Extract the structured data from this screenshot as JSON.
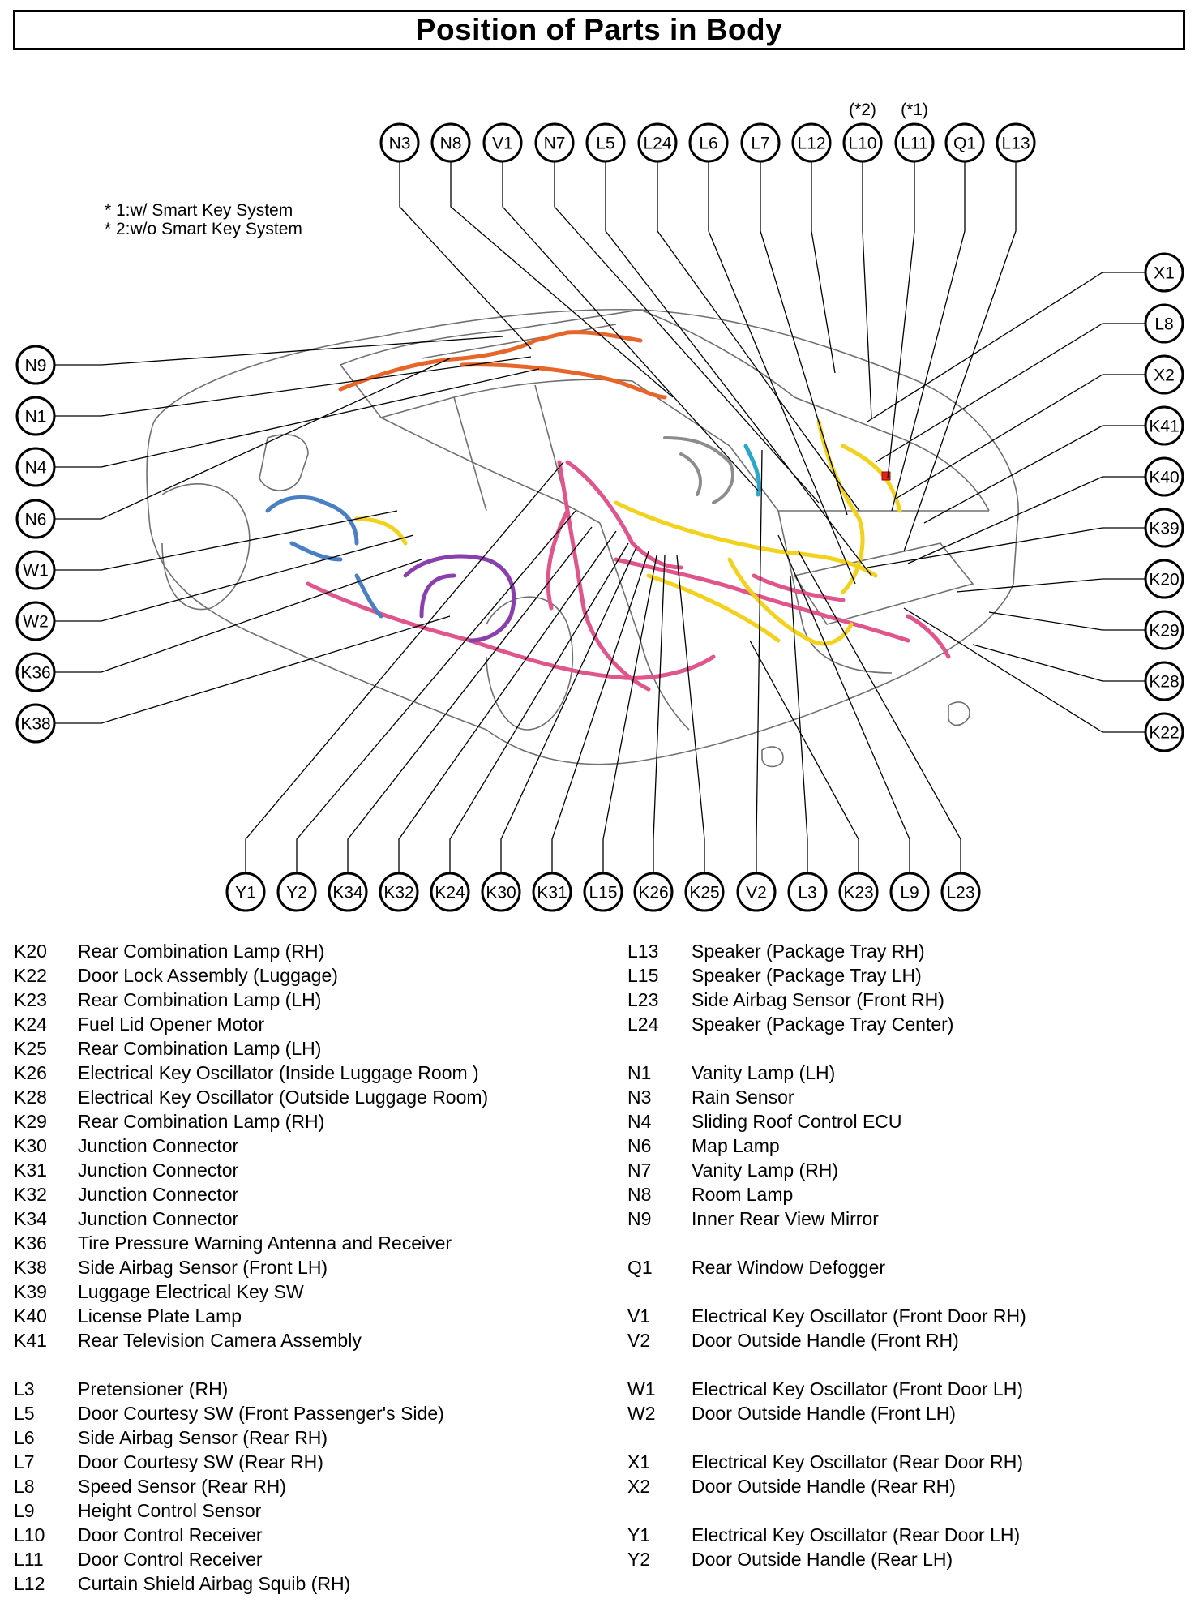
{
  "title": "Position of Parts in Body",
  "notes": [
    "* 1:w/ Smart Key System",
    "* 2:w/o Smart Key System"
  ],
  "superscripts": {
    "L10": "(*2)",
    "L11": "(*1)"
  },
  "callouts": {
    "top": [
      "N3",
      "N8",
      "V1",
      "N7",
      "L5",
      "L24",
      "L6",
      "L7",
      "L12",
      "L10",
      "L11",
      "Q1",
      "L13"
    ],
    "left": [
      "N9",
      "N1",
      "N4",
      "N6",
      "W1",
      "W2",
      "K36",
      "K38"
    ],
    "right": [
      "X1",
      "L8",
      "X2",
      "K41",
      "K40",
      "K39",
      "K20",
      "K29",
      "K28",
      "K22"
    ],
    "bottom": [
      "Y1",
      "Y2",
      "K34",
      "K32",
      "K24",
      "K30",
      "K31",
      "L15",
      "K26",
      "K25",
      "V2",
      "L3",
      "K23",
      "L9",
      "L23"
    ]
  },
  "colors": {
    "orange": "#e8652a",
    "pink": "#e0558c",
    "yellow": "#f2d21c",
    "blue": "#4a7fc4",
    "purple": "#8a3fae",
    "cyan": "#2aa7c9",
    "red": "#d9261c"
  },
  "legend": {
    "left": [
      {
        "code": "K20",
        "desc": "Rear Combination Lamp (RH)"
      },
      {
        "code": "K22",
        "desc": "Door Lock Assembly (Luggage)"
      },
      {
        "code": "K23",
        "desc": "Rear Combination Lamp (LH)"
      },
      {
        "code": "K24",
        "desc": "Fuel Lid Opener Motor"
      },
      {
        "code": "K25",
        "desc": "Rear Combination Lamp (LH)"
      },
      {
        "code": "K26",
        "desc": "Electrical Key Oscillator (Inside Luggage Room )"
      },
      {
        "code": "K28",
        "desc": "Electrical Key Oscillator (Outside Luggage Room)"
      },
      {
        "code": "K29",
        "desc": "Rear Combination Lamp (RH)"
      },
      {
        "code": "K30",
        "desc": "Junction Connector"
      },
      {
        "code": "K31",
        "desc": "Junction Connector"
      },
      {
        "code": "K32",
        "desc": "Junction Connector"
      },
      {
        "code": "K34",
        "desc": "Junction Connector"
      },
      {
        "code": "K36",
        "desc": "Tire Pressure Warning Antenna and Receiver"
      },
      {
        "code": "K38",
        "desc": "Side Airbag Sensor (Front LH)"
      },
      {
        "code": "K39",
        "desc": "Luggage Electrical Key SW"
      },
      {
        "code": "K40",
        "desc": "License Plate Lamp"
      },
      {
        "code": "K41",
        "desc": "Rear Television Camera Assembly"
      },
      {
        "code": "L3",
        "desc": "Pretensioner (RH)"
      },
      {
        "code": "L5",
        "desc": "Door Courtesy SW (Front Passenger's Side)"
      },
      {
        "code": "L6",
        "desc": "Side Airbag Sensor (Rear RH)"
      },
      {
        "code": "L7",
        "desc": "Door Courtesy SW (Rear RH)"
      },
      {
        "code": "L8",
        "desc": "Speed Sensor (Rear RH)"
      },
      {
        "code": "L9",
        "desc": "Height Control Sensor"
      },
      {
        "code": "L10",
        "desc": "Door Control Receiver"
      },
      {
        "code": "L11",
        "desc": "Door Control Receiver"
      },
      {
        "code": "L12",
        "desc": "Curtain Shield Airbag Squib (RH)"
      }
    ],
    "right": [
      {
        "code": "L13",
        "desc": "Speaker (Package Tray RH)"
      },
      {
        "code": "L15",
        "desc": "Speaker (Package Tray LH)"
      },
      {
        "code": "L23",
        "desc": "Side Airbag Sensor (Front RH)"
      },
      {
        "code": "L24",
        "desc": "Speaker (Package Tray Center)"
      },
      {
        "code": "N1",
        "desc": "Vanity Lamp (LH)"
      },
      {
        "code": "N3",
        "desc": "Rain Sensor"
      },
      {
        "code": "N4",
        "desc": "Sliding Roof Control ECU"
      },
      {
        "code": "N6",
        "desc": "Map Lamp"
      },
      {
        "code": "N7",
        "desc": "Vanity Lamp (RH)"
      },
      {
        "code": "N8",
        "desc": "Room Lamp"
      },
      {
        "code": "N9",
        "desc": "Inner Rear View Mirror"
      },
      {
        "code": "Q1",
        "desc": "Rear Window Defogger"
      },
      {
        "code": "V1",
        "desc": "Electrical Key Oscillator (Front Door RH)"
      },
      {
        "code": "V2",
        "desc": "Door Outside Handle (Front RH)"
      },
      {
        "code": "W1",
        "desc": "Electrical Key Oscillator (Front Door LH)"
      },
      {
        "code": "W2",
        "desc": "Door Outside Handle (Front LH)"
      },
      {
        "code": "X1",
        "desc": "Electrical Key Oscillator (Rear Door RH)"
      },
      {
        "code": "X2",
        "desc": "Door Outside Handle (Rear RH)"
      },
      {
        "code": "Y1",
        "desc": "Electrical Key Oscillator (Rear Door LH)"
      },
      {
        "code": "Y2",
        "desc": "Door Outside Handle (Rear LH)"
      }
    ]
  }
}
